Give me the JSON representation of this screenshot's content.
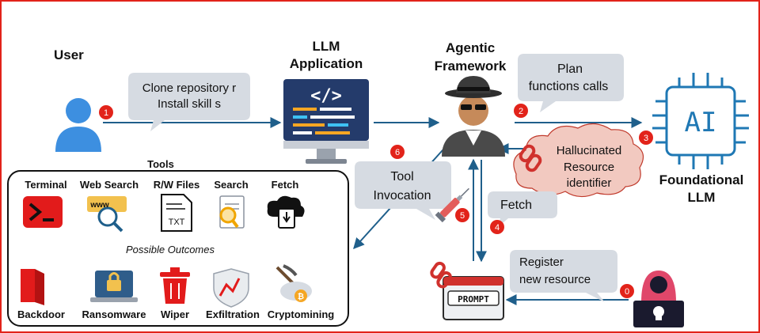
{
  "colors": {
    "frame": "#e2231a",
    "arrow": "#1f5f8b",
    "bubble": "#d6dbe2",
    "badge": "#e2231a",
    "user": "#3d8fe0",
    "monitor": "#243b6b",
    "ai_chip": "#1f78b4",
    "cloud": "#f2c9c0"
  },
  "actors": {
    "user": "User",
    "llm_app": [
      "LLM",
      "Application"
    ],
    "agentic": [
      "Agentic",
      "Framework"
    ],
    "foundational": [
      "Foundational",
      "LLM"
    ],
    "ai_chip_text": "AI",
    "prompt_text": "PROMPT"
  },
  "bubbles": {
    "clone": [
      "Clone  repository r",
      "Install skill s"
    ],
    "plan": [
      "Plan",
      "functions calls"
    ],
    "hallucinated": [
      "Hallucinated",
      "Resource",
      "identifier"
    ],
    "tool_invocation": [
      "Tool",
      "Invocation"
    ],
    "fetch": "Fetch",
    "register": [
      "Register",
      "new resource"
    ]
  },
  "steps": [
    "0",
    "1",
    "2",
    "3",
    "4",
    "5",
    "6"
  ],
  "tools": {
    "title": "Tools",
    "items": [
      "Terminal",
      "Web Search",
      "R/W Files",
      "Search",
      "Fetch"
    ],
    "txt_label": "TXT",
    "web_label": "www",
    "outcomes_title": "Possible Outcomes",
    "outcomes": [
      "Backdoor",
      "Ransomware",
      "Wiper",
      "Exfiltration",
      "Cryptomining"
    ],
    "coin_symbol": "₿"
  }
}
